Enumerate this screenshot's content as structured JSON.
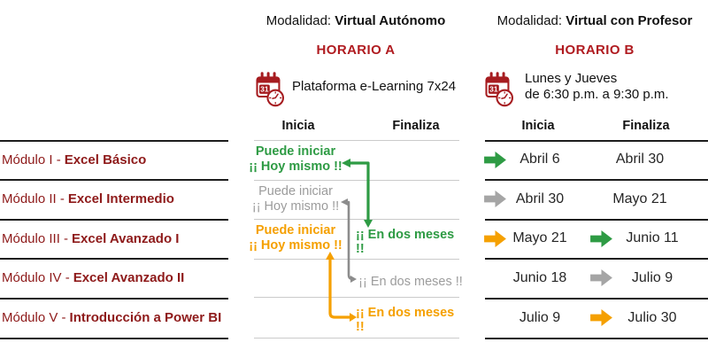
{
  "colors": {
    "dark_red": "#8e1a1a",
    "accent_red": "#b01b20",
    "icon_red": "#a61c20",
    "green": "#2e9b44",
    "gray": "#9c9c9c",
    "gray_line": "#8c8c8c",
    "orange": "#f5a000",
    "ink": "#222222",
    "line_dark": "#1d1d1d",
    "line_light": "#cbcbcb"
  },
  "header_a": {
    "modality_label": "Modalidad:",
    "modality_value": "Virtual Autónomo",
    "horario_title": "HORARIO A",
    "icon": "calendar-clock-icon",
    "schedule": "Plataforma e-Learning 7x24"
  },
  "header_b": {
    "modality_label": "Modalidad:",
    "modality_value": "Virtual con Profesor",
    "horario_title": "HORARIO B",
    "icon": "calendar-clock-icon",
    "schedule_line1": "Lunes y Jueves",
    "schedule_line2": "de 6:30 p.m. a 9:30 p.m."
  },
  "modules": [
    {
      "prefix": "Módulo I -",
      "name": "Excel Básico"
    },
    {
      "prefix": "Módulo II -",
      "name": "Excel Intermedio"
    },
    {
      "prefix": "Módulo III -",
      "name": "Excel Avanzado I"
    },
    {
      "prefix": "Módulo IV -",
      "name": "Excel Avanzado II"
    },
    {
      "prefix": "Módulo V -",
      "name": "Introducción a Power BI"
    }
  ],
  "horario_a": {
    "col_inicia": "Inicia",
    "col_finaliza": "Finaliza",
    "start_notes": [
      {
        "row": 1,
        "line1": "Puede iniciar",
        "line2": "¡¡ Hoy mismo !!",
        "color": "green"
      },
      {
        "row": 2,
        "line1": "Puede iniciar",
        "line2": "¡¡ Hoy mismo !!",
        "color": "gray"
      },
      {
        "row": 3,
        "line1": "Puede iniciar",
        "line2": "¡¡ Hoy mismo !!",
        "color": "orange"
      }
    ],
    "end_notes": [
      {
        "row": 3,
        "text": "¡¡ En dos meses !!",
        "color": "green"
      },
      {
        "row": 4,
        "text": "¡¡ En dos meses !!",
        "color": "gray"
      },
      {
        "row": 5,
        "text": "¡¡ En dos meses !!",
        "color": "orange"
      }
    ],
    "connectors": [
      {
        "color": "green",
        "from_row": 1,
        "to_row": 3
      },
      {
        "color": "gray",
        "from_row": 2,
        "to_row": 4
      },
      {
        "color": "orange",
        "from_row": 3,
        "to_row": 5
      }
    ]
  },
  "horario_b": {
    "col_inicia": "Inicia",
    "col_finaliza": "Finaliza",
    "rows": [
      {
        "inicia": "Abril 6",
        "finaliza": "Abril 30",
        "inicia_arrow": "green",
        "finaliza_arrow": null
      },
      {
        "inicia": "Abril 30",
        "finaliza": "Mayo 21",
        "inicia_arrow": "gray",
        "finaliza_arrow": null
      },
      {
        "inicia": "Mayo 21",
        "finaliza": "Junio 11",
        "inicia_arrow": "orange",
        "finaliza_arrow": "green"
      },
      {
        "inicia": "Junio 18",
        "finaliza": "Julio 9",
        "inicia_arrow": null,
        "finaliza_arrow": "gray"
      },
      {
        "inicia": "Julio 9",
        "finaliza": "Julio 30",
        "inicia_arrow": null,
        "finaliza_arrow": "orange"
      }
    ]
  }
}
